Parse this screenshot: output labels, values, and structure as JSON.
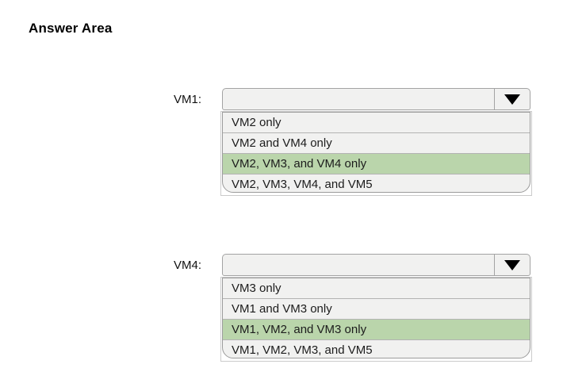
{
  "title": "Answer Area",
  "colors": {
    "field_fill": "#f1f1f0",
    "border": "#a3a3a3",
    "outer_border": "#cbcbcb",
    "separator": "#b3b3b3",
    "highlight_green": "#bad5ab",
    "text": "#1c1c1c"
  },
  "icons": {
    "dropdown_arrow": "down-filled-triangle"
  },
  "dropdowns": [
    {
      "label": "VM1:",
      "value": "",
      "options": [
        {
          "label": "VM2 only",
          "selected": false
        },
        {
          "label": "VM2 and VM4 only",
          "selected": false
        },
        {
          "label": "VM2, VM3, and VM4 only",
          "selected": true
        },
        {
          "label": "VM2, VM3, VM4, and VM5",
          "selected": false
        }
      ]
    },
    {
      "label": "VM4:",
      "value": "",
      "options": [
        {
          "label": "VM3 only",
          "selected": false
        },
        {
          "label": "VM1 and VM3 only",
          "selected": false
        },
        {
          "label": "VM1, VM2, and VM3 only",
          "selected": true
        },
        {
          "label": "VM1, VM2, VM3, and VM5",
          "selected": false
        }
      ]
    }
  ]
}
